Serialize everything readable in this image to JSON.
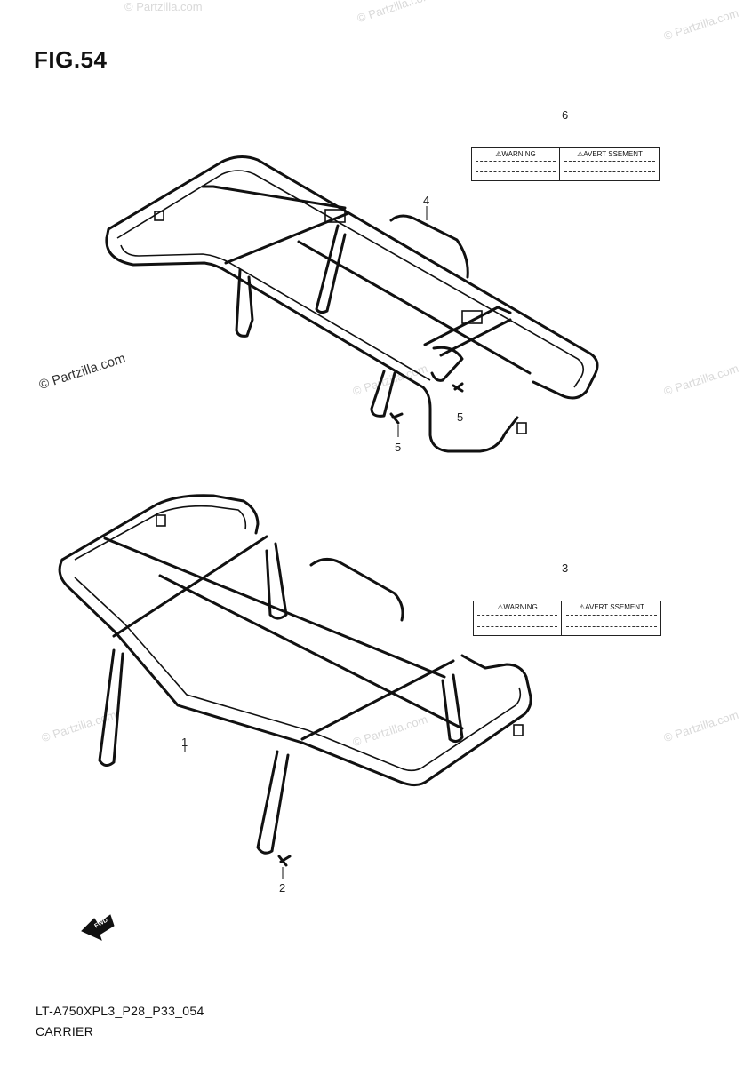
{
  "figure": {
    "title": "FIG.54"
  },
  "callouts": {
    "c1": "1",
    "c2": "2",
    "c3": "3",
    "c4": "4",
    "c5a": "5",
    "c5b": "5",
    "c6": "6"
  },
  "warning_label": {
    "left_header": "⚠WARNING",
    "right_header": "⚠AVERT SSEMENT"
  },
  "watermarks": {
    "main": "© Partzilla.com",
    "faint": "© Partzilla.com"
  },
  "footer": {
    "code": "LT-A750XPL3_P28_P33_054",
    "name": "CARRIER"
  },
  "front_indicator": {
    "label": "FWD"
  }
}
